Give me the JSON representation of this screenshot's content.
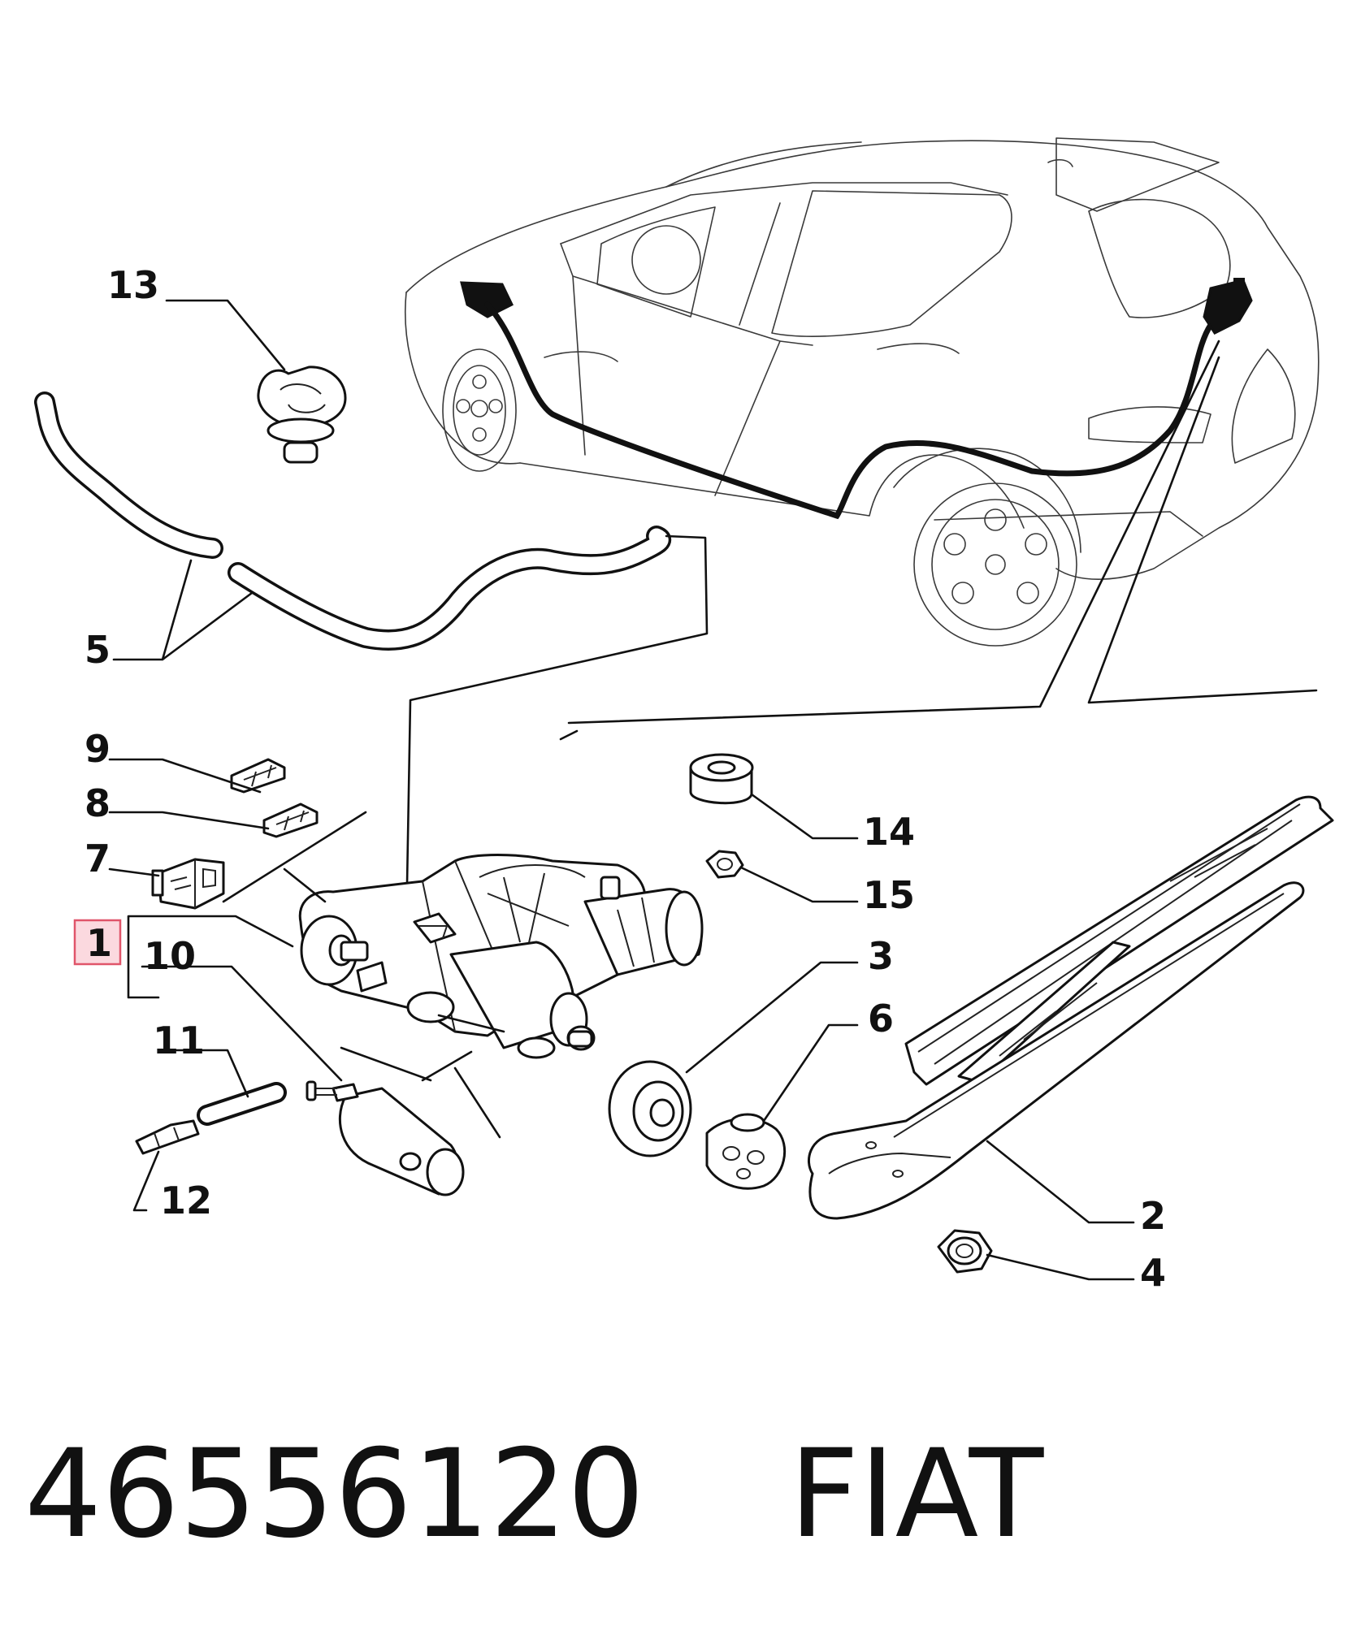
{
  "callouts": {
    "c1": "1",
    "c2": "2",
    "c3": "3",
    "c4": "4",
    "c5": "5",
    "c6": "6",
    "c7": "7",
    "c8": "8",
    "c9": "9",
    "c10": "10",
    "c11": "11",
    "c12": "12",
    "c13": "13",
    "c14": "14",
    "c15": "15"
  },
  "highlight": {
    "callout": "1",
    "color": "#e0556a",
    "fill": "#fbd9df"
  },
  "footer": {
    "part_number": "46556120",
    "maker": "FIAT"
  }
}
